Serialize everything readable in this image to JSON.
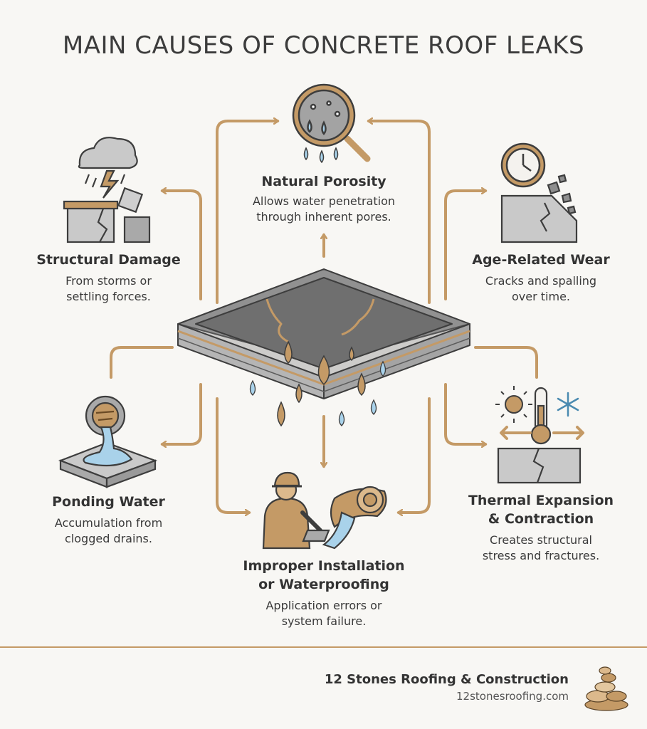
{
  "title": "MAIN CAUSES OF CONCRETE ROOF LEAKS",
  "causes": {
    "porosity": {
      "heading": "Natural Porosity",
      "desc1": "Allows water penetration",
      "desc2": "through inherent pores."
    },
    "structural": {
      "heading": "Structural Damage",
      "desc1": "From storms or",
      "desc2": "settling forces."
    },
    "age": {
      "heading": "Age-Related Wear",
      "desc1": "Cracks and spalling",
      "desc2": "over time."
    },
    "ponding": {
      "heading": "Ponding Water",
      "desc1": "Accumulation from",
      "desc2": "clogged drains."
    },
    "thermal": {
      "heading1": "Thermal Expansion",
      "heading2": "& Contraction",
      "desc1": "Creates structural",
      "desc2": "stress and fractures."
    },
    "installation": {
      "heading1": "Improper Installation",
      "heading2": "or Waterproofing",
      "desc1": "Application errors or",
      "desc2": "system failure."
    }
  },
  "footer": {
    "company": "12 Stones Roofing & Construction",
    "url": "12stonesroofing.com"
  },
  "colors": {
    "accent": "#c49a66",
    "concrete": "#8e8e8e",
    "water": "#a9d2ea",
    "background": "#f8f7f4"
  },
  "icons": [
    "magnifier-icon",
    "storm-cloud-icon",
    "clock-icon",
    "drain-pipe-icon",
    "thermometer-icon",
    "worker-icon"
  ]
}
